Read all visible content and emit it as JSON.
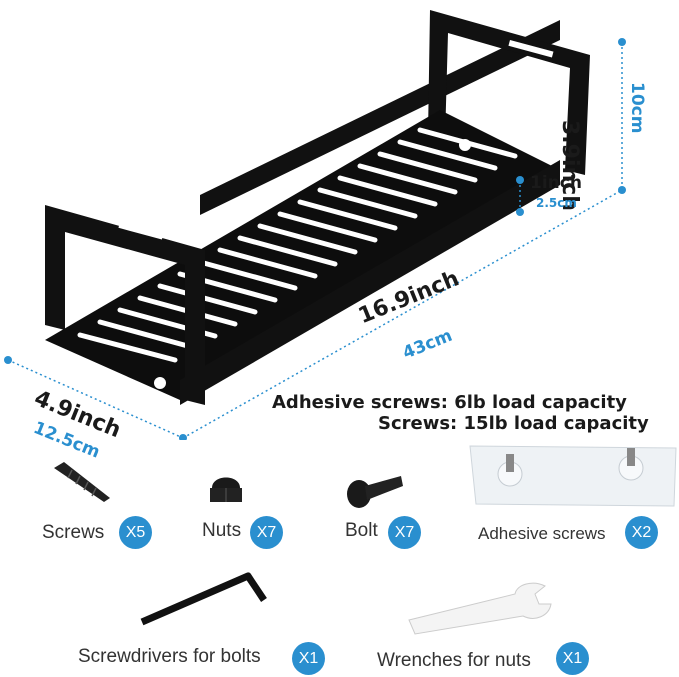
{
  "dimensions": {
    "height": {
      "inch": "3.9inch",
      "cm": "10cm"
    },
    "lip": {
      "inch": "1inch",
      "cm": "2.5cm"
    },
    "length": {
      "inch": "16.9inch",
      "cm": "43cm"
    },
    "depth": {
      "inch": "4.9inch",
      "cm": "12.5cm"
    }
  },
  "capacity": {
    "adhesive": "Adhesive screws: 6lb load capacity",
    "screws": "Screws: 15lb load capacity"
  },
  "accessories": [
    {
      "name": "Screws",
      "qty": "X5",
      "icon": "screw-icon"
    },
    {
      "name": "Nuts",
      "qty": "X7",
      "icon": "nut-icon"
    },
    {
      "name": "Bolt",
      "qty": "X7",
      "icon": "bolt-icon"
    },
    {
      "name": "Adhesive screws",
      "qty": "X2",
      "icon": "adhesive-pad-icon"
    },
    {
      "name": "Screwdrivers for bolts",
      "qty": "X1",
      "icon": "hex-key-icon"
    },
    {
      "name": "Wrenches for nuts",
      "qty": "X1",
      "icon": "wrench-icon"
    }
  ],
  "colors": {
    "accent": "#2a8fcf",
    "product": "#111111"
  }
}
